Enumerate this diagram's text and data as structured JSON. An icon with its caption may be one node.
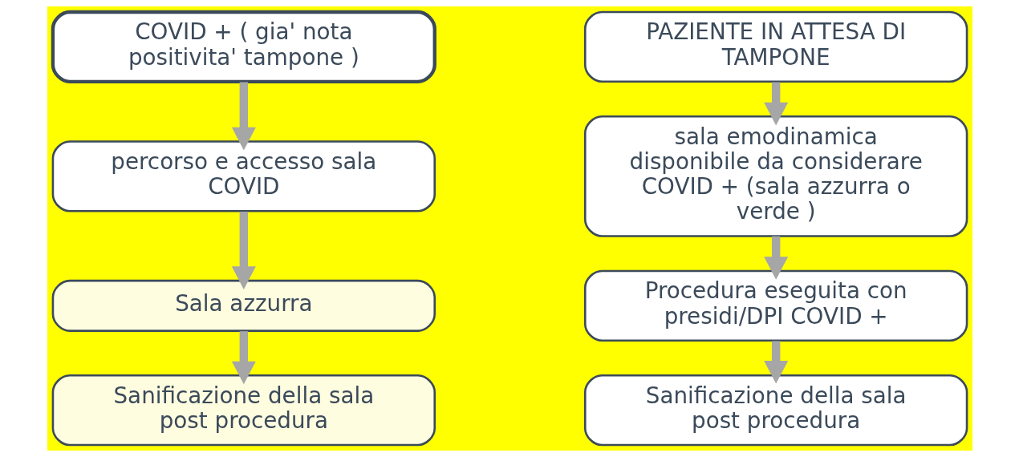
{
  "diagram": {
    "nodes": [
      {
        "text": [
          "COVID + ( gia' nota positivita' tampone )"
        ]
      },
      {
        "text": [
          "percorso e accesso sala COVID"
        ]
      },
      {
        "text": [
          "Sala azzurra"
        ]
      },
      {
        "text": [
          "Sanificazione della sala post procedura"
        ]
      },
      {
        "text": [
          "PAZIENTE IN ATTESA DI TAMPONE"
        ]
      },
      {
        "text": [
          "sala emodinamica disponibile da considerare COVID + (sala azzurra o verde )"
        ]
      },
      {
        "text": [
          "Procedura eseguita con presidi/DPI COVID +"
        ]
      },
      {
        "text": [
          "Sanificazione della sala post procedura"
        ]
      }
    ],
    "edges": [
      {
        "from": 0,
        "to": 1,
        "arrow": "to"
      },
      {
        "from": 1,
        "to": 2,
        "arrow": "to"
      },
      {
        "from": 2,
        "to": 3,
        "arrow": "to"
      },
      {
        "from": 4,
        "to": 5,
        "arrow": "to"
      },
      {
        "from": 5,
        "to": 6,
        "arrow": "to"
      },
      {
        "from": 6,
        "to": 7,
        "arrow": "to"
      }
    ]
  }
}
